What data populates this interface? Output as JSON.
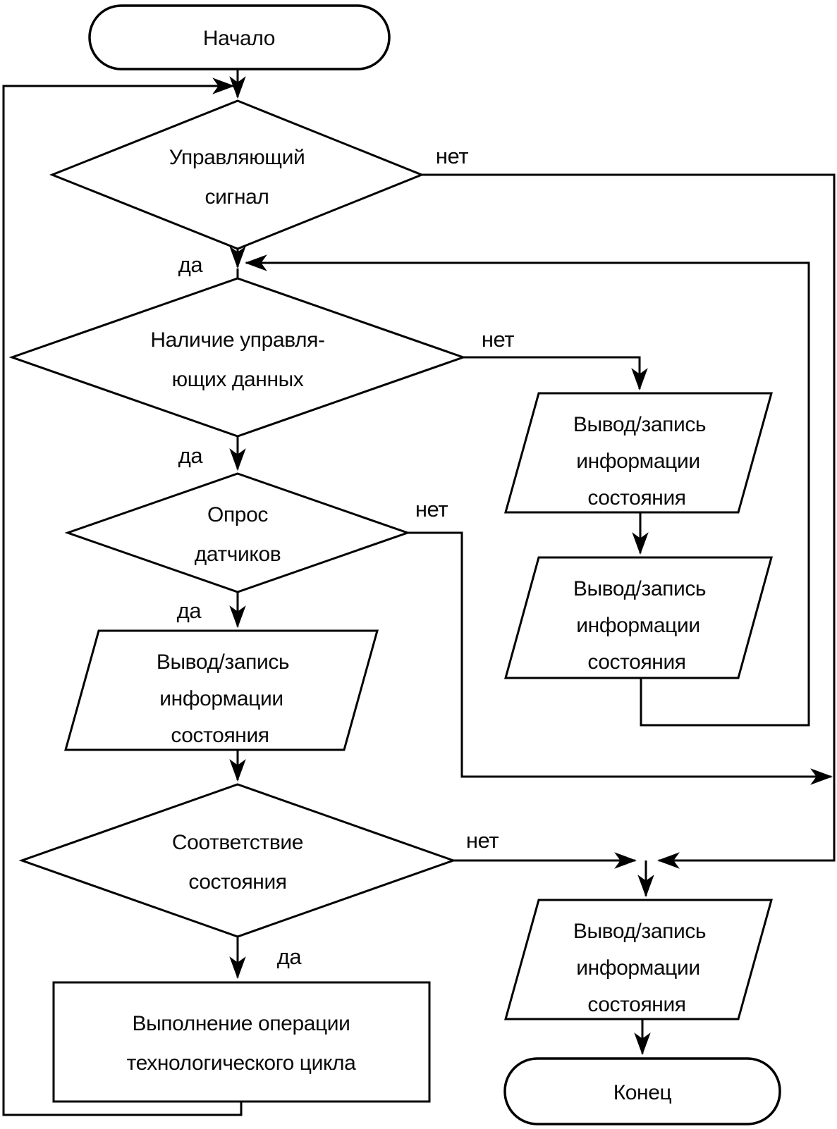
{
  "diagram": {
    "language": "ru",
    "type": "flowchart"
  },
  "colors": {
    "background": "#ffffff",
    "stroke": "#000000",
    "text": "#0a0a0a"
  },
  "nodes": {
    "start": {
      "label": "Начало"
    },
    "decision_control_signal": {
      "line1": "Управляющий",
      "line2": "сигнал"
    },
    "decision_control_data": {
      "line1": "Наличие управля-",
      "line2": "ющих данных"
    },
    "decision_sensor_poll": {
      "line1": "Опрос",
      "line2": "датчиков"
    },
    "io_state_left": {
      "line1": "Вывод/запись",
      "line2": "информации",
      "line3": "состояния"
    },
    "decision_state_match": {
      "line1": "Соответствие",
      "line2": "состояния"
    },
    "process_tech_cycle": {
      "line1": "Выполнение операции",
      "line2": "технологического цикла"
    },
    "io_state_right_top": {
      "line1": "Вывод/запись",
      "line2": "информации",
      "line3": "состояния"
    },
    "io_state_right_mid": {
      "line1": "Вывод/запись",
      "line2": "информации",
      "line3": "состояния"
    },
    "io_state_bottom": {
      "line1": "Вывод/запись",
      "line2": "информации",
      "line3": "состояния"
    },
    "end": {
      "label": "Конец"
    }
  },
  "edge_labels": {
    "yes": "да",
    "no": "нет"
  }
}
